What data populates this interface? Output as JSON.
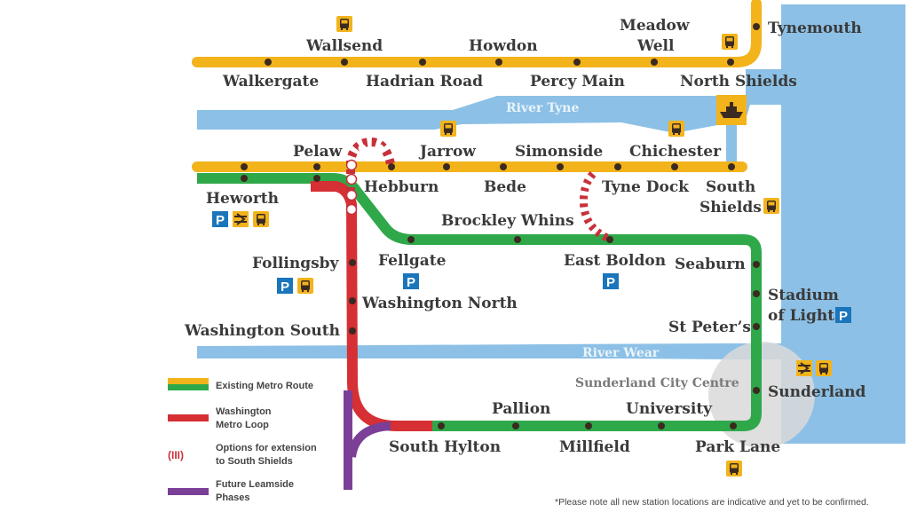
{
  "colors": {
    "existing_yellow": "#f2b31b",
    "existing_green": "#2fa84a",
    "washington_loop": "#d62f34",
    "extension_options": "#c8303a",
    "leamside": "#7b3f98",
    "water": "#8cc0e6",
    "station_dot": "#3b2a20",
    "parking": "#1a75bb"
  },
  "rivers": {
    "tyne": "River Tyne",
    "wear": "River Wear"
  },
  "areas": {
    "sunderland_city_centre": "Sunderland City Centre"
  },
  "stations": {
    "wallsend": "Wallsend",
    "howdon": "Howdon",
    "meadow_well_1": "Meadow",
    "meadow_well_2": "Well",
    "tynemouth": "Tynemouth",
    "walkergate": "Walkergate",
    "hadrian_road": "Hadrian Road",
    "percy_main": "Percy Main",
    "north_shields": "North Shields",
    "pelaw": "Pelaw",
    "jarrow": "Jarrow",
    "simonside": "Simonside",
    "chichester": "Chichester",
    "heworth": "Heworth",
    "hebburn": "Hebburn",
    "bede": "Bede",
    "tyne_dock": "Tyne Dock",
    "south_shields_1": "South",
    "south_shields_2": "Shields",
    "brockley_whins": "Brockley Whins",
    "follingsby": "Follingsby",
    "fellgate": "Fellgate",
    "east_boldon": "East Boldon",
    "seaburn": "Seaburn",
    "stadium_of_light_1": "Stadium",
    "stadium_of_light_2": "of Light",
    "washington_north": "Washington North",
    "washington_south": "Washington South",
    "st_peters": "St Peter’s",
    "sunderland": "Sunderland",
    "pallion": "Pallion",
    "university": "University",
    "south_hylton": "South Hylton",
    "millfield": "Millfield",
    "park_lane": "Park Lane"
  },
  "icons": {
    "parking": "P",
    "bus": "bus-icon",
    "rail": "national-rail-icon",
    "ferry": "ferry-icon"
  },
  "legend": {
    "items": [
      {
        "label_1": "Existing Metro Route",
        "label_2": ""
      },
      {
        "label_1": "Washington",
        "label_2": "Metro Loop"
      },
      {
        "label_1": "Options for extension",
        "label_2": "to South Shields"
      },
      {
        "label_1": "Future Leamside",
        "label_2": "Phases"
      }
    ]
  },
  "footnote": "*Please note all new station locations are indicative and yet to be confirmed."
}
